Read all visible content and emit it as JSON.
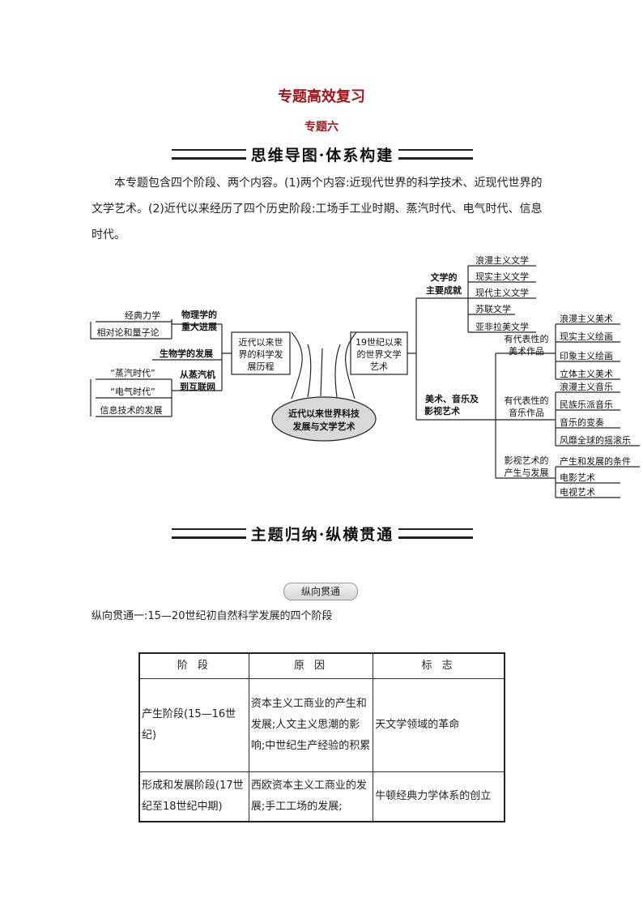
{
  "header": {
    "title": "专题高效复习",
    "subtitle": "专题六"
  },
  "banner1": "思维导图·体系构建",
  "intro": [
    "本专题包含四个阶段、两个内容。(1)两个内容:近现代世界的科学技术、近现代世界的文学艺术。(2)近代以来经历了四个历史阶段:工场手工业时期、蒸汽时代、电气时代、信息时代。"
  ],
  "mindmap": {
    "center": [
      "近代以来世界科技",
      "发展与文学艺术"
    ],
    "left_hub": [
      "近代以来世",
      "界的科学发",
      "展历程"
    ],
    "right_hub": [
      "19世纪以来",
      "的世界文学",
      "艺术"
    ],
    "left_branches": [
      {
        "label": [
          "物理学的",
          "重大进展"
        ],
        "items": [
          "经典力学",
          "相对论和量子论"
        ]
      },
      {
        "label": [
          "生物学的发展"
        ],
        "items": []
      },
      {
        "label": [
          "从蒸汽机",
          "到互联网"
        ],
        "items": [
          "“蒸汽时代”",
          "“电气时代”",
          "信息技术的发展"
        ]
      }
    ],
    "lit": {
      "label": [
        "文学的",
        "主要成就"
      ],
      "items": [
        "浪漫主义文学",
        "现实主义文学",
        "现代主义文学",
        "苏联文学",
        "亚非拉美文学"
      ]
    },
    "arts": {
      "label": [
        "美术、音乐及",
        "影视艺术"
      ],
      "groups": [
        {
          "label": [
            "有代表性的",
            "美术作品"
          ],
          "items": [
            "浪漫主义美术",
            "现实主义绘画",
            "印象主义绘画",
            "立体主义美术"
          ]
        },
        {
          "label": [
            "有代表性的",
            "音乐作品"
          ],
          "items": [
            "浪漫主义音乐",
            "民族乐派音乐",
            "音乐的变奏",
            "风靡全球的摇滚乐"
          ]
        },
        {
          "label": [
            "影视艺术的",
            "产生与发展"
          ],
          "items": [
            "产生和发展的条件",
            "电影艺术",
            "电视艺术"
          ]
        }
      ]
    }
  },
  "banner2": "主题归纳·纵横贯通",
  "section_pill": "纵向贯通",
  "lead": "纵向贯通一:15—20世纪初自然科学发展的四个阶段",
  "table": {
    "headers": [
      "阶 段",
      "原 因",
      "标 志"
    ],
    "rows": [
      [
        "产生阶段(15—16世纪)",
        "资本主义工商业的产生和发展;人文主义思潮的影响;中世纪生产经验的积累",
        "天文学领域的革命"
      ],
      [
        "形成和发展阶段(17世纪至18世纪中期)",
        "西欧资本主义工商业的发展;手工工场的发展;",
        "牛顿经典力学体系的创立"
      ]
    ]
  }
}
